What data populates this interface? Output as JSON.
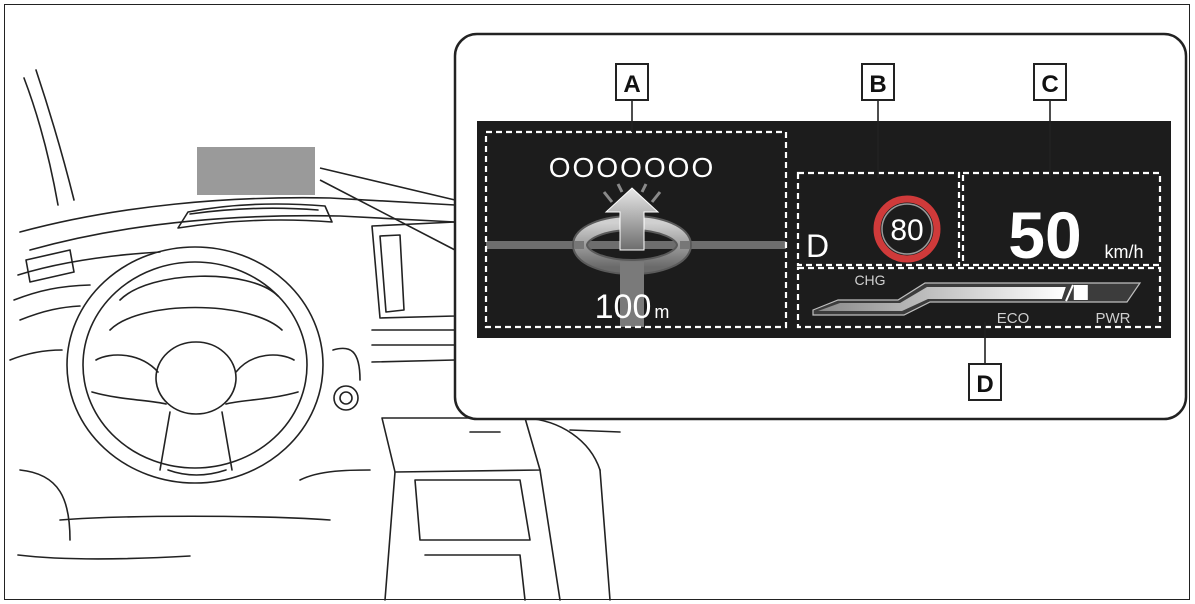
{
  "callouts": {
    "a": "A",
    "b": "B",
    "c": "C",
    "d": "D"
  },
  "hud": {
    "street_name": "OOOOOOO",
    "distance_value": "100",
    "distance_unit": "m",
    "gear": "D",
    "speed_limit": "80",
    "speed_value": "50",
    "speed_unit": "km/h",
    "chg_label": "CHG",
    "eco_label": "ECO",
    "pwr_label": "PWR",
    "hybrid_indicator_level": 0.8
  },
  "colors": {
    "hud_background": "#1c1c1c",
    "hud_text": "#ffffff",
    "limit_ring": "#cf3a3a",
    "projection_area": "#9a9a9a",
    "outline": "#222222"
  }
}
